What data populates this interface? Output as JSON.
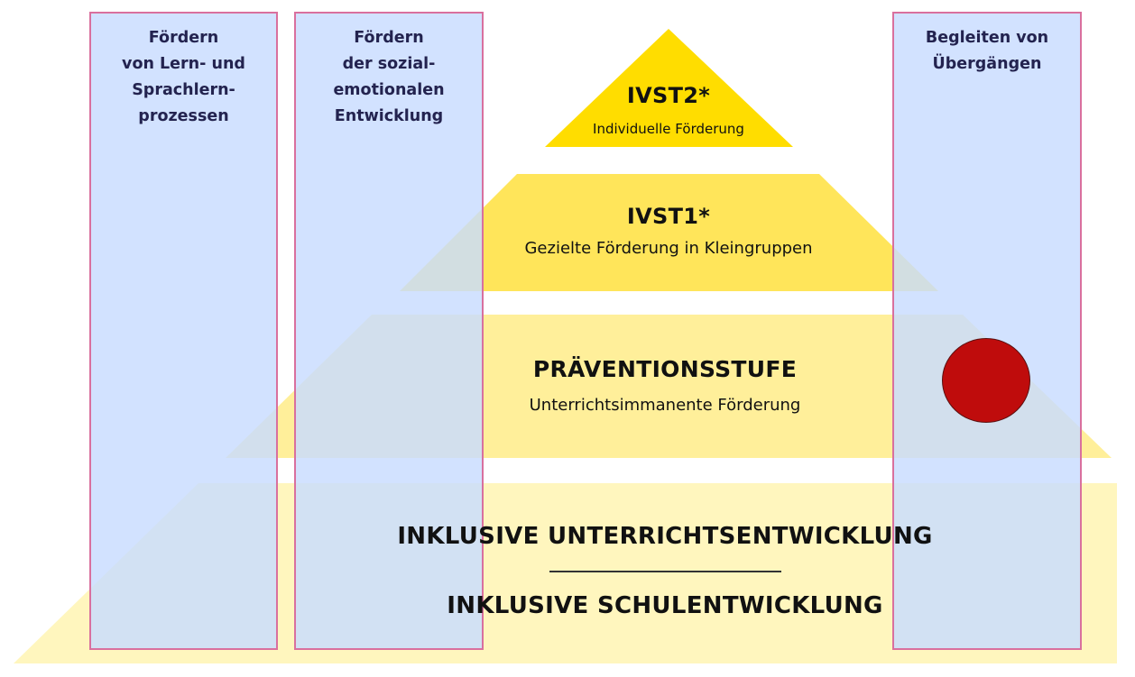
{
  "levels": {
    "ivst2": {
      "title": "IVST2*",
      "subtitle": "Individuelle Förderung"
    },
    "ivst1": {
      "title": "IVST1*",
      "subtitle": "Gezielte Förderung in Kleingruppen"
    },
    "praevention": {
      "title": "PRÄVENTIONSSTUFE",
      "subtitle": "Unterrichtsimmanente Förderung"
    },
    "basis": {
      "line1": "INKLUSIVE UNTERRICHTSENTWICKLUNG",
      "line2": "INKLUSIVE SCHULENTWICKLUNG"
    }
  },
  "columns": [
    {
      "label": "Fördern\nvon Lern- und\nSprachlern-\nprozessen"
    },
    {
      "label": "Fördern\nder sozial-\nemotionalen\nEntwicklung"
    },
    {
      "label": "Begleiten von\nÜbergängen"
    }
  ],
  "colors": {
    "ivst2": "#FFDD00",
    "ivst1": "#FFE55A",
    "praevention": "#FFEF9A",
    "basis": "#FFF6BE",
    "column_border": "#D9709E",
    "marker": "#BF0C0C"
  }
}
